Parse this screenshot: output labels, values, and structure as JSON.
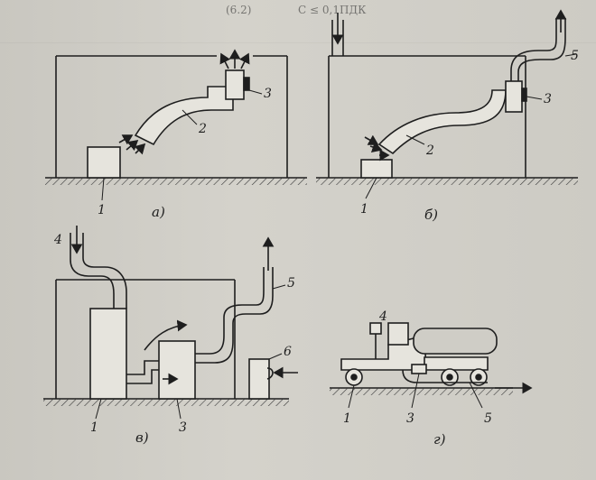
{
  "figure": {
    "top_formula": "С ≤ 0,1ПДК",
    "eq_number": "(6.2)",
    "panels": {
      "a": {
        "caption": "а)",
        "callouts": [
          "1",
          "2",
          "3"
        ]
      },
      "b": {
        "caption": "б)",
        "callouts": [
          "1",
          "2",
          "3",
          "5"
        ]
      },
      "v": {
        "caption": "в)",
        "callouts": [
          "1",
          "3",
          "4",
          "5",
          "6"
        ]
      },
      "g": {
        "caption": "г)",
        "callouts": [
          "1",
          "3",
          "4",
          "5"
        ]
      }
    }
  },
  "colors": {
    "ink": "#1e1e1e",
    "paper": "#cfcdc6",
    "hatch": "#3a3a3a"
  }
}
